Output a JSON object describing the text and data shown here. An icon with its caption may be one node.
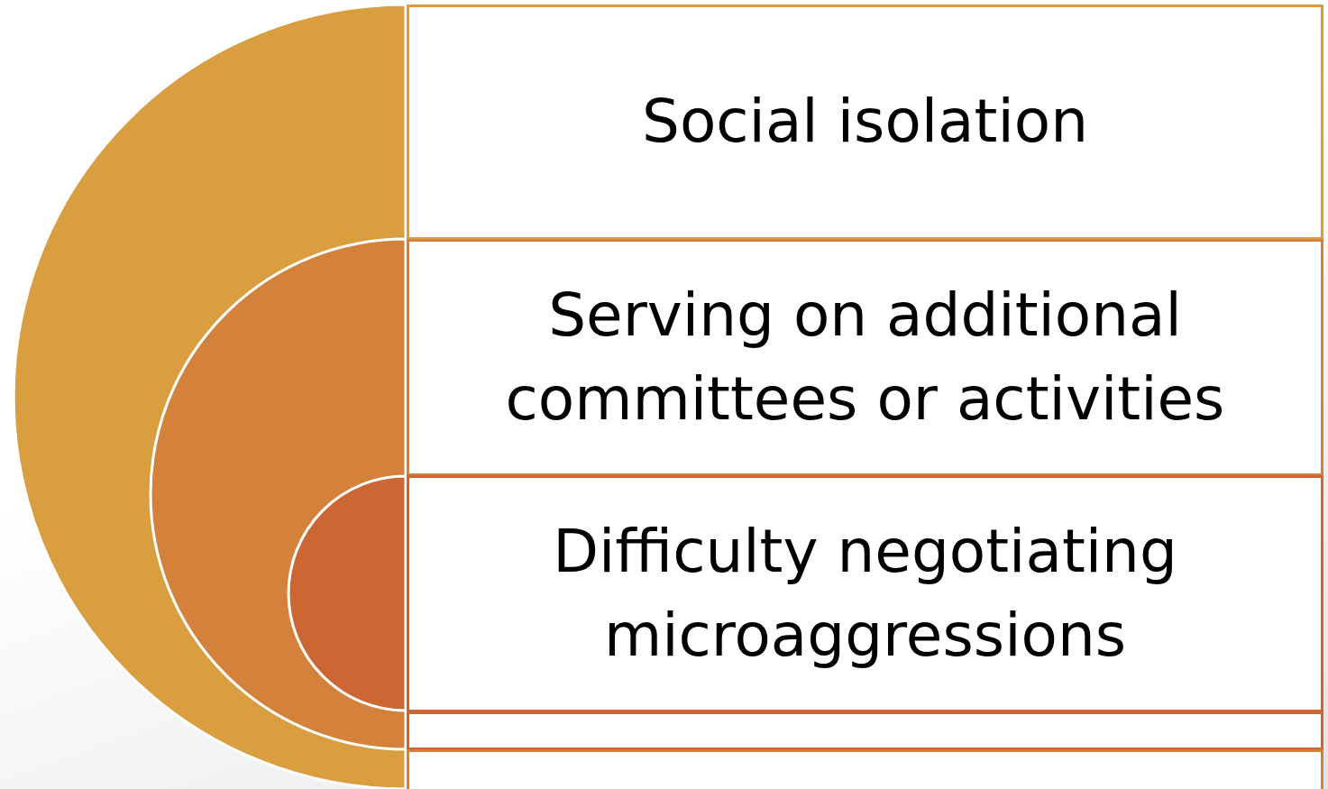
{
  "diagram": {
    "nodes": [
      {
        "text": [
          "Social isolation"
        ]
      },
      {
        "text": [
          "Serving on additional committees or activities"
        ]
      },
      {
        "text": [
          "Difficulty negotiating microaggressions"
        ]
      },
      {
        "text": [],
        "shape": "box"
      },
      {
        "text": [],
        "shape": "box"
      }
    ]
  }
}
